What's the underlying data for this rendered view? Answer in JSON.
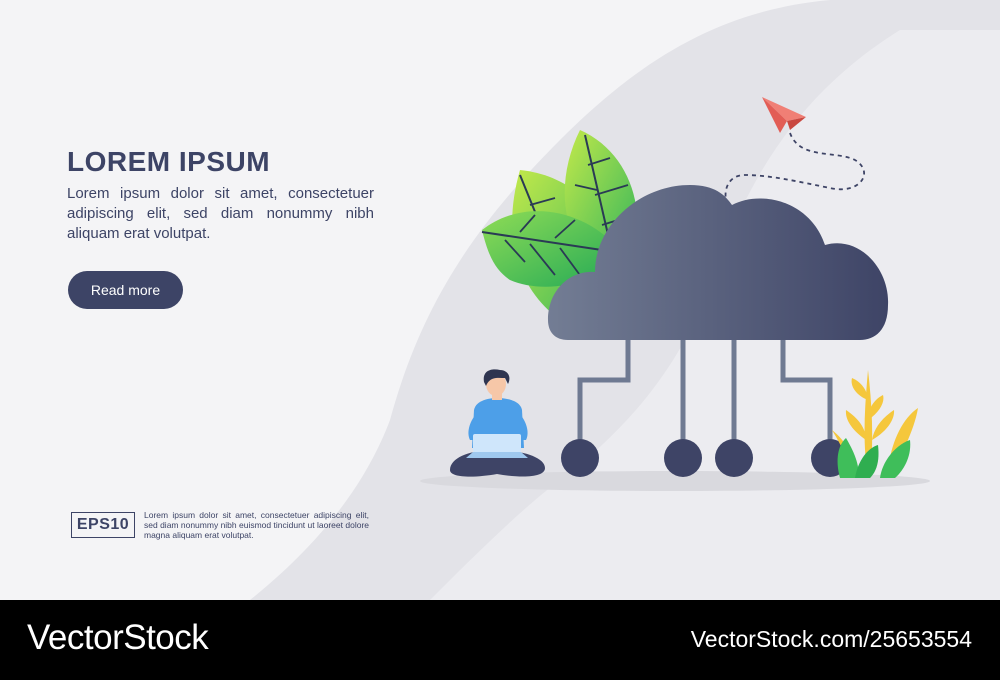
{
  "hero": {
    "title": "LOREM IPSUM",
    "description": "Lorem ipsum dolor sit amet, consectetuer adipiscing elit, sed diam nonummy nibh aliquam erat volutpat.",
    "button_label": "Read more"
  },
  "badge": {
    "label": "EPS10",
    "note": "Lorem ipsum dolor sit amet, consectetuer adipiscing elit, sed diam nonummy nibh euismod tincidunt ut laoreet dolore magna aliquam erat volutpat."
  },
  "footer": {
    "logo": "VectorStock",
    "id": "VectorStock.com/25653554"
  },
  "colors": {
    "text_dark": "#3d4466",
    "cloud_light": "#6f7a92",
    "cloud_dark": "#3e4466",
    "leaf_green": "#3fbe5a",
    "paper_plane": "#f07f75",
    "plant_yellow": "#f5c73c",
    "shirt_blue": "#4d9fe8"
  },
  "icons": [
    "cloud-network-icon",
    "paper-plane-icon",
    "leaf-icon",
    "plant-icon",
    "person-laptop-icon"
  ]
}
